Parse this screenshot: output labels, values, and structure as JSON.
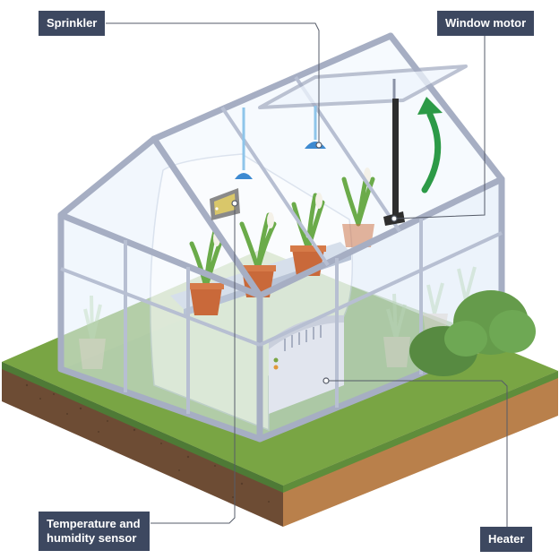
{
  "labels": {
    "sprinkler": "Sprinkler",
    "window_motor": "Window motor",
    "sensor_line1": "Temperature and",
    "sensor_line2": "humidity sensor",
    "heater": "Heater"
  },
  "colors": {
    "label_bg": "#3d4860",
    "label_text": "#ffffff",
    "grass_top": "#79a544",
    "grass_dark": "#4e7a36",
    "soil_front": "#6d4c34",
    "soil_side": "#b9804b",
    "frame": "#a6aec3",
    "glass": "#e6f0fb",
    "pot": "#c9693a",
    "leaf": "#6bab4a",
    "sprinkler": "#3d8ad1",
    "arrow": "#2c9a47",
    "heater": "#e1e5ee",
    "bush": "#659b4b"
  },
  "icons": [
    "sprinkler-icon",
    "window-motor-icon",
    "sensor-icon",
    "heater-icon",
    "open-arrow-icon"
  ]
}
